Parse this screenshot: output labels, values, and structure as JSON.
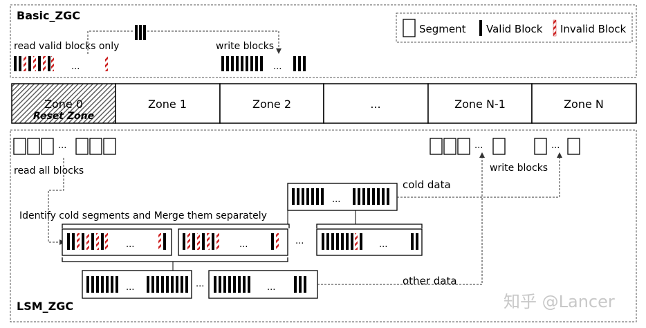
{
  "basic_section": {
    "title": "Basic_ZGC",
    "read_label": "read valid blocks only",
    "write_label": "write blocks",
    "ellipsis": "..."
  },
  "legend": {
    "segment": "Segment",
    "valid_block": "Valid Block",
    "invalid_block": "Invalid Block"
  },
  "zones": {
    "reset_zone_name": "Zone 0",
    "reset_zone_tag": "Reset Zone",
    "items": [
      "Zone 1",
      "Zone 2",
      "...",
      "Zone N-1",
      "Zone N"
    ]
  },
  "lsm_section": {
    "title": "LSM_ZGC",
    "read_label": "read all blocks",
    "write_label": "write blocks",
    "cold_data_label": "cold data",
    "other_data_label": "other data",
    "identify_label": "Identify cold segments and Merge them separately",
    "ellipsis": "..."
  },
  "colors": {
    "valid_block": "#000000",
    "invalid_stripe": "#cc2222",
    "zone_hatch": "#555555"
  },
  "watermark": "知乎 @Lancer"
}
